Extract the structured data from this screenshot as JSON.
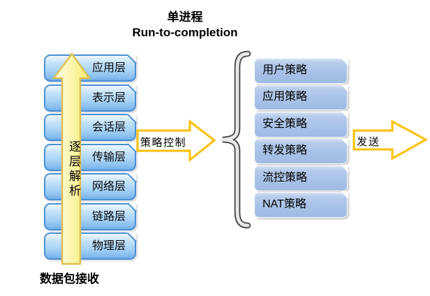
{
  "title": {
    "line1": "单进程",
    "line2": "Run-to-completion"
  },
  "osi_stack": {
    "items": [
      "应用层",
      "表示层",
      "会话层",
      "传输层",
      "网络层",
      "链路层",
      "物理层"
    ]
  },
  "up_arrow": {
    "label": "逐层解析"
  },
  "bottom_label": "数据包接收",
  "policy_arrow": {
    "label": "策略控制"
  },
  "policy_stack": {
    "items": [
      "用户策略",
      "应用策略",
      "安全策略",
      "转发策略",
      "流控策略",
      "NAT策略"
    ]
  },
  "send_arrow": {
    "label": "发送"
  },
  "colors": {
    "layer_box_border": "#4a90d5",
    "layer_box_fill": "#a6d2f5",
    "policy_box_fill": "#a8c2e7",
    "block_arrow_border": "#ffc000",
    "up_arrow_fill": "#f9ee75",
    "up_arrow_border": "#dcbe57",
    "brace_fill": "#e8e8e8",
    "brace_border": "#3f3f3f",
    "text": "#000000"
  }
}
